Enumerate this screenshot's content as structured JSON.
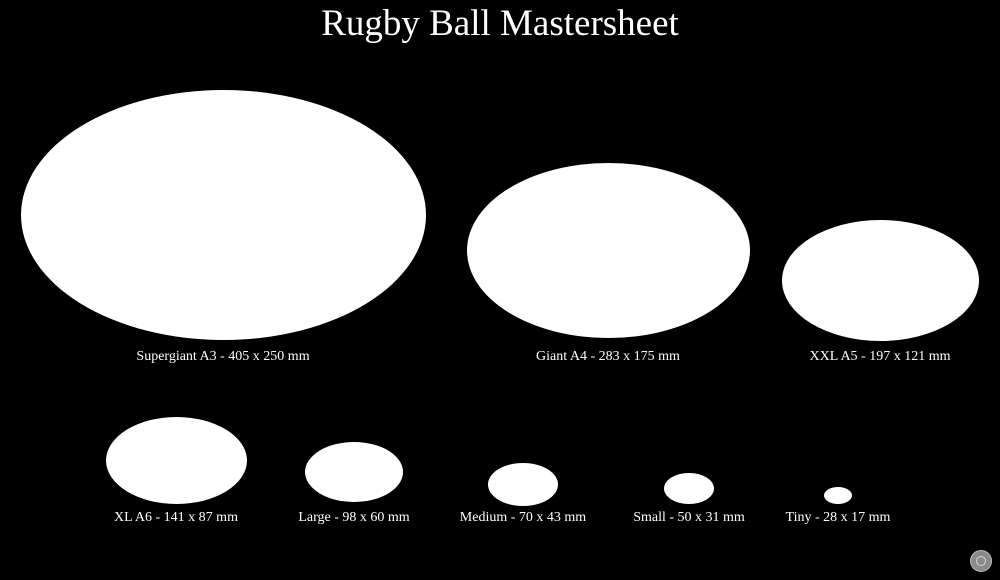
{
  "title": "Rugby Ball Mastersheet",
  "colors": {
    "background": "#000000",
    "ball": "#ffffff",
    "text": "#ffffff"
  },
  "balls": [
    {
      "name": "Supergiant A3",
      "length_mm": 405,
      "width_mm": 250,
      "label": "Supergiant A3 - 405 x 250 mm"
    },
    {
      "name": "Giant A4",
      "length_mm": 283,
      "width_mm": 175,
      "label": "Giant A4 - 283 x 175 mm"
    },
    {
      "name": "XXL A5",
      "length_mm": 197,
      "width_mm": 121,
      "label": "XXL A5 - 197 x 121 mm"
    },
    {
      "name": "XL A6",
      "length_mm": 141,
      "width_mm": 87,
      "label": "XL A6 - 141 x 87 mm"
    },
    {
      "name": "Large",
      "length_mm": 98,
      "width_mm": 60,
      "label": "Large - 98 x 60 mm"
    },
    {
      "name": "Medium",
      "length_mm": 70,
      "width_mm": 43,
      "label": "Medium - 70 x 43 mm"
    },
    {
      "name": "Small",
      "length_mm": 50,
      "width_mm": 31,
      "label": "Small - 50 x 31 mm"
    },
    {
      "name": "Tiny",
      "length_mm": 28,
      "width_mm": 17,
      "label": "Tiny - 28 x 17 mm"
    }
  ],
  "stamp_icon": "watermark-seal-icon"
}
